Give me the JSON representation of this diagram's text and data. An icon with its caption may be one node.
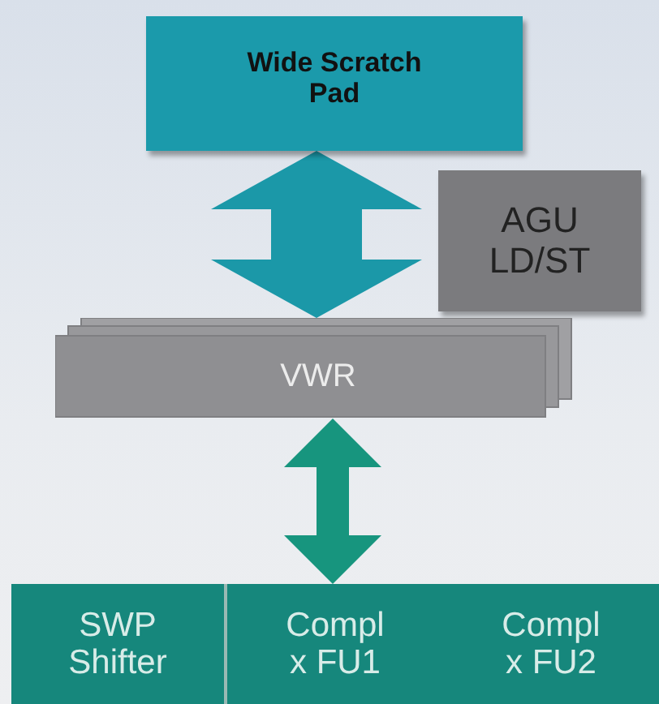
{
  "diagram": {
    "nodes": [
      {
        "text": [
          "Wide Scratch Pad"
        ]
      },
      {
        "text": [
          "AGU LD/ST"
        ]
      },
      {
        "text": [
          "VWR"
        ]
      },
      {
        "text": [],
        "shape": "bar"
      },
      {
        "text": [
          "SWP Shifter"
        ],
        "in": 3
      },
      {
        "text": [
          "Compl x FU1"
        ],
        "in": 3
      },
      {
        "text": [
          "Compl x FU2"
        ],
        "in": 3
      }
    ],
    "edges": [
      {
        "from": 0,
        "to": 2,
        "arrow": "both",
        "style": "thick",
        "color": "#1b98a8"
      },
      {
        "from": 2,
        "to": 3,
        "arrow": "both",
        "color": "#17957e"
      }
    ]
  }
}
